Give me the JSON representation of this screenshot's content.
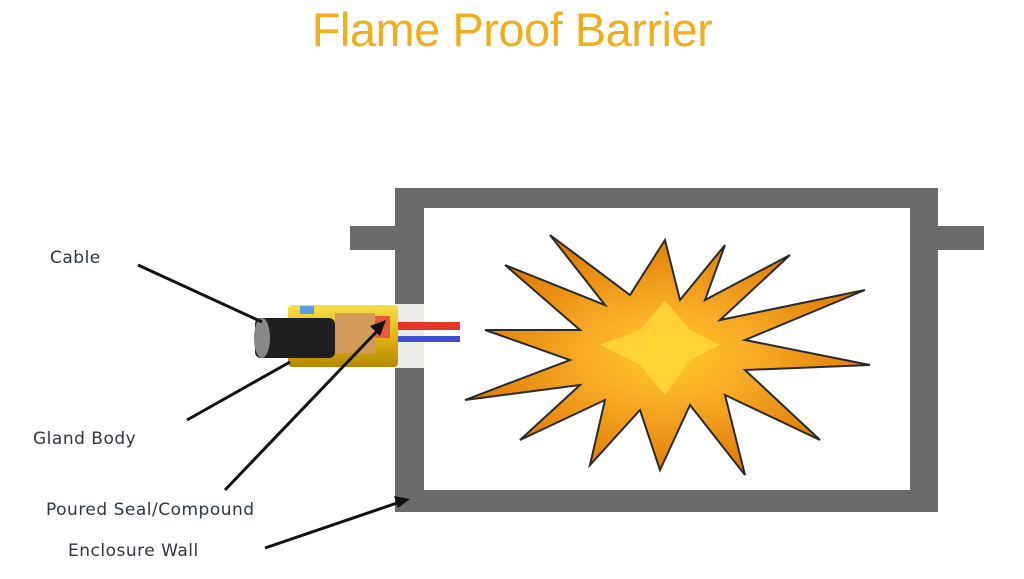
{
  "title": "Flame Proof Barrier",
  "labels": {
    "cable": "Cable",
    "gland_body": "Gland Body",
    "poured_seal": "Poured Seal/Compound",
    "enclosure_wall": "Enclosure Wall"
  },
  "colors": {
    "title": "#f2ad1d",
    "wall": "#6b6b6b",
    "brass": "#e8c012",
    "explosion_outer": "#e48a0a",
    "explosion_inner": "#ffd23a"
  }
}
